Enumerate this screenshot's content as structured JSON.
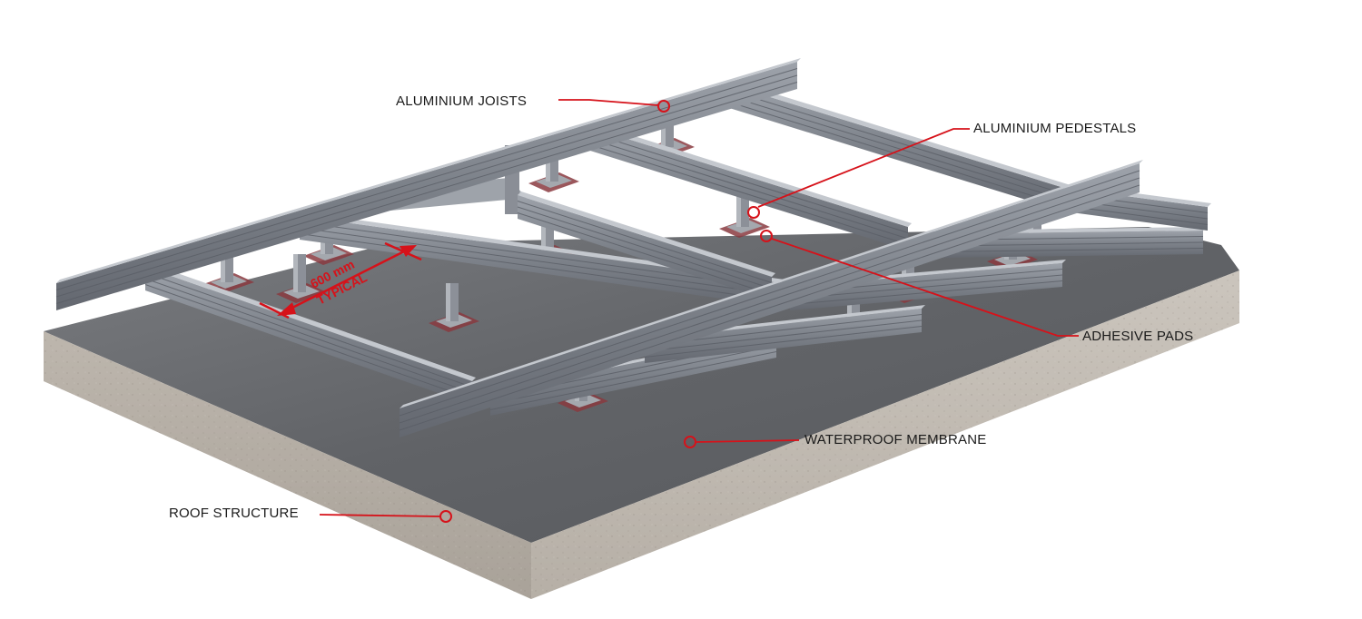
{
  "diagram": {
    "labels": {
      "joists": "ALUMINIUM JOISTS",
      "pedestals": "ALUMINIUM PEDESTALS",
      "adhesive_pads": "ADHESIVE PADS",
      "membrane": "WATERPROOF MEMBRANE",
      "roof_structure": "ROOF STRUCTURE"
    },
    "dimension": {
      "value": "600 mm",
      "note": "TYPICAL"
    }
  },
  "colors": {
    "leader": "#d6121a",
    "membrane": "#66686c",
    "roof_side": "#b9b3ab",
    "joist_top": "#c4c8ce",
    "joist_side": "#7c8088"
  }
}
